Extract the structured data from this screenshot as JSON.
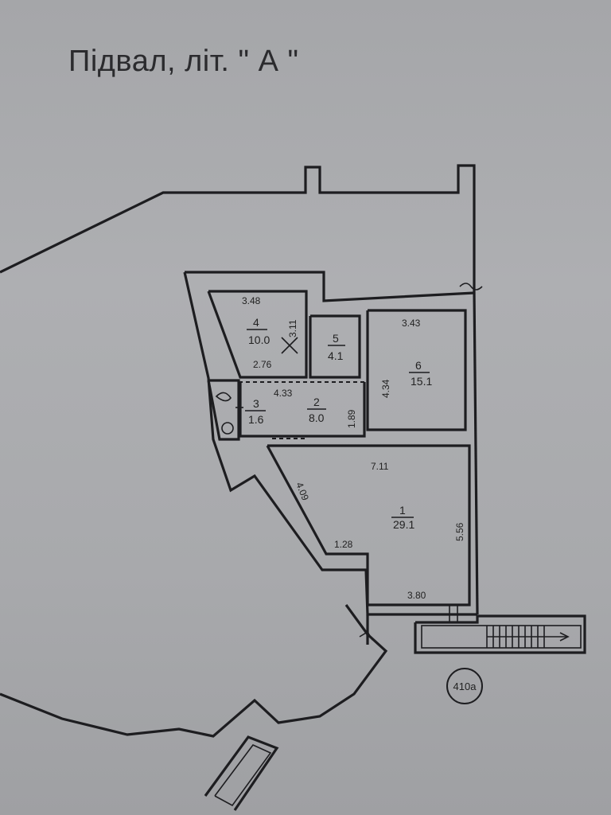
{
  "title": "Підвал, літ. \" А \"",
  "colors": {
    "background": "#a9aaad",
    "lines": "#1d1d20",
    "text": "#222222"
  },
  "rooms": [
    {
      "number": "1",
      "area": "29.1"
    },
    {
      "number": "2",
      "area": "8.0"
    },
    {
      "number": "3",
      "area": "1.6"
    },
    {
      "number": "4",
      "area": "10.0"
    },
    {
      "number": "5",
      "area": "4.1"
    },
    {
      "number": "6",
      "area": "15.1"
    }
  ],
  "dimensions": {
    "room4_top": "3.48",
    "room4_side": "3.11",
    "room4_bottom": "2.76",
    "room2_top": "4.33",
    "room2_side": "1.89",
    "room6_top": "3.43",
    "room6_side": "4.34",
    "room1_top": "7.11",
    "corridor_diag": "4.09",
    "corridor_bottom": "1.28",
    "room1_side": "5.56",
    "room1_bottom": "3.80"
  },
  "building_label": "410а"
}
